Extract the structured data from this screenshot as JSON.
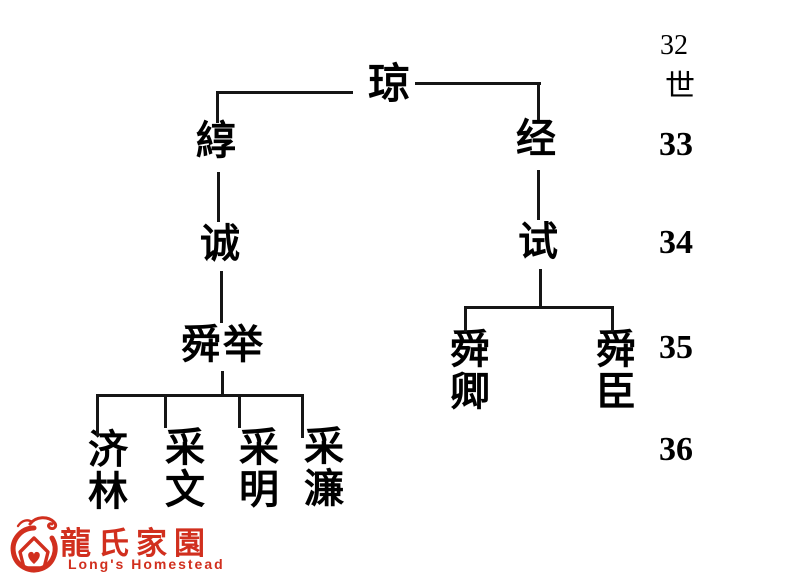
{
  "colors": {
    "ink": "#000000",
    "logo_red": "#d12f1e",
    "background": "#ffffff"
  },
  "generation_axis": {
    "labels": [
      {
        "text": "32"
      },
      {
        "text": "世"
      },
      {
        "text": "33"
      },
      {
        "text": "34"
      },
      {
        "text": "35"
      },
      {
        "text": "36"
      }
    ]
  },
  "family_tree": {
    "gen32_root": "琼",
    "gen33_left": "綧",
    "gen33_right": "经",
    "gen34_left": "诚",
    "gen34_right": "试",
    "gen35_left": "舜举",
    "gen35_right_first": "舜卿",
    "gen35_right_second": "舜臣",
    "gen36_children": [
      {
        "name": "济林"
      },
      {
        "name": "采文"
      },
      {
        "name": "采明"
      },
      {
        "name": "采濂"
      }
    ]
  },
  "logo": {
    "chinese_name": "龍氏家園",
    "english_name": "Long's Homestead",
    "emblem": "dragon-house-heart-seal"
  }
}
